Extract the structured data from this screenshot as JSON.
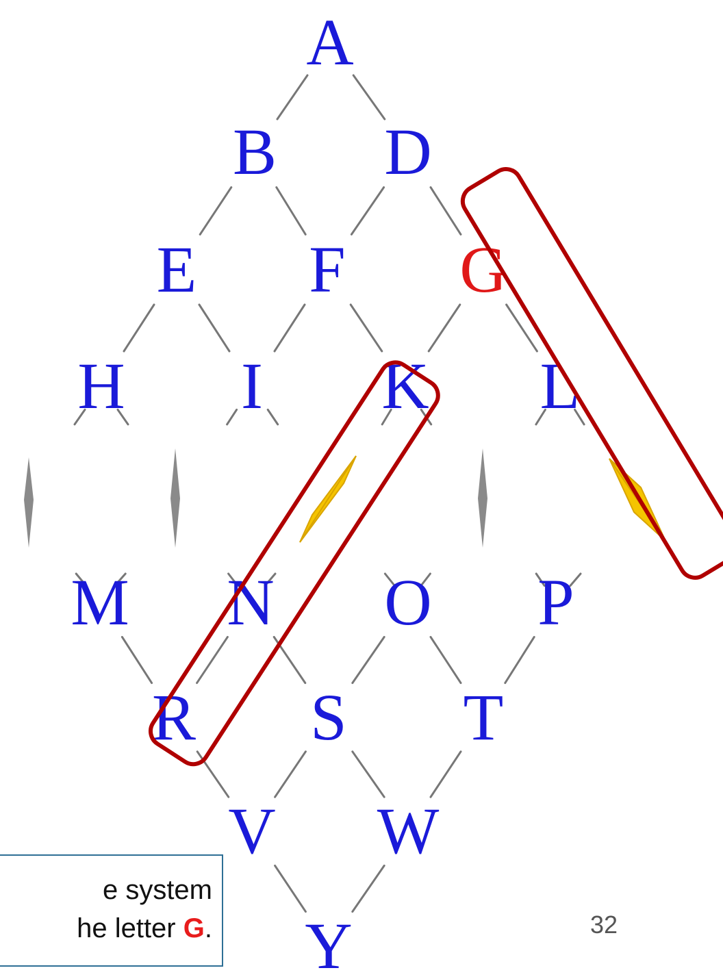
{
  "diagram": {
    "nodes": [
      {
        "id": "A",
        "label": "A"
      },
      {
        "id": "B",
        "label": "B"
      },
      {
        "id": "D",
        "label": "D"
      },
      {
        "id": "E",
        "label": "E"
      },
      {
        "id": "F",
        "label": "F"
      },
      {
        "id": "G",
        "label": "G",
        "highlight": true
      },
      {
        "id": "H",
        "label": "H"
      },
      {
        "id": "I",
        "label": "I"
      },
      {
        "id": "K",
        "label": "K"
      },
      {
        "id": "L",
        "label": "L"
      },
      {
        "id": "M",
        "label": "M"
      },
      {
        "id": "N",
        "label": "N"
      },
      {
        "id": "O",
        "label": "O"
      },
      {
        "id": "P",
        "label": "P"
      },
      {
        "id": "R",
        "label": "R"
      },
      {
        "id": "S",
        "label": "S"
      },
      {
        "id": "T",
        "label": "T"
      },
      {
        "id": "V",
        "label": "V"
      },
      {
        "id": "W",
        "label": "W"
      },
      {
        "id": "Y",
        "label": "Y"
      }
    ],
    "edges": [
      [
        "A",
        "B"
      ],
      [
        "A",
        "D"
      ],
      [
        "B",
        "E"
      ],
      [
        "B",
        "F"
      ],
      [
        "D",
        "F"
      ],
      [
        "D",
        "G"
      ],
      [
        "E",
        "H"
      ],
      [
        "E",
        "I"
      ],
      [
        "F",
        "I"
      ],
      [
        "F",
        "K"
      ],
      [
        "G",
        "K"
      ],
      [
        "G",
        "L"
      ],
      [
        "M",
        "R"
      ],
      [
        "N",
        "R"
      ],
      [
        "N",
        "S"
      ],
      [
        "O",
        "S"
      ],
      [
        "O",
        "T"
      ],
      [
        "P",
        "T"
      ],
      [
        "R",
        "V"
      ],
      [
        "S",
        "V"
      ],
      [
        "S",
        "W"
      ],
      [
        "T",
        "W"
      ],
      [
        "V",
        "Y"
      ],
      [
        "W",
        "Y"
      ]
    ],
    "colors": {
      "letter": "#1a1ad9",
      "highlight": "#e01818",
      "edge": "#777777",
      "gray_connector": "#8a8a8a",
      "gold_connector": "#f5c400",
      "gold_outline": "#d9a400",
      "selection_outline": "#b00000"
    }
  },
  "caption": {
    "line1": "e system",
    "line2_prefix": "he letter ",
    "line2_highlight": "G",
    "line2_suffix": "."
  },
  "page_number": "32"
}
